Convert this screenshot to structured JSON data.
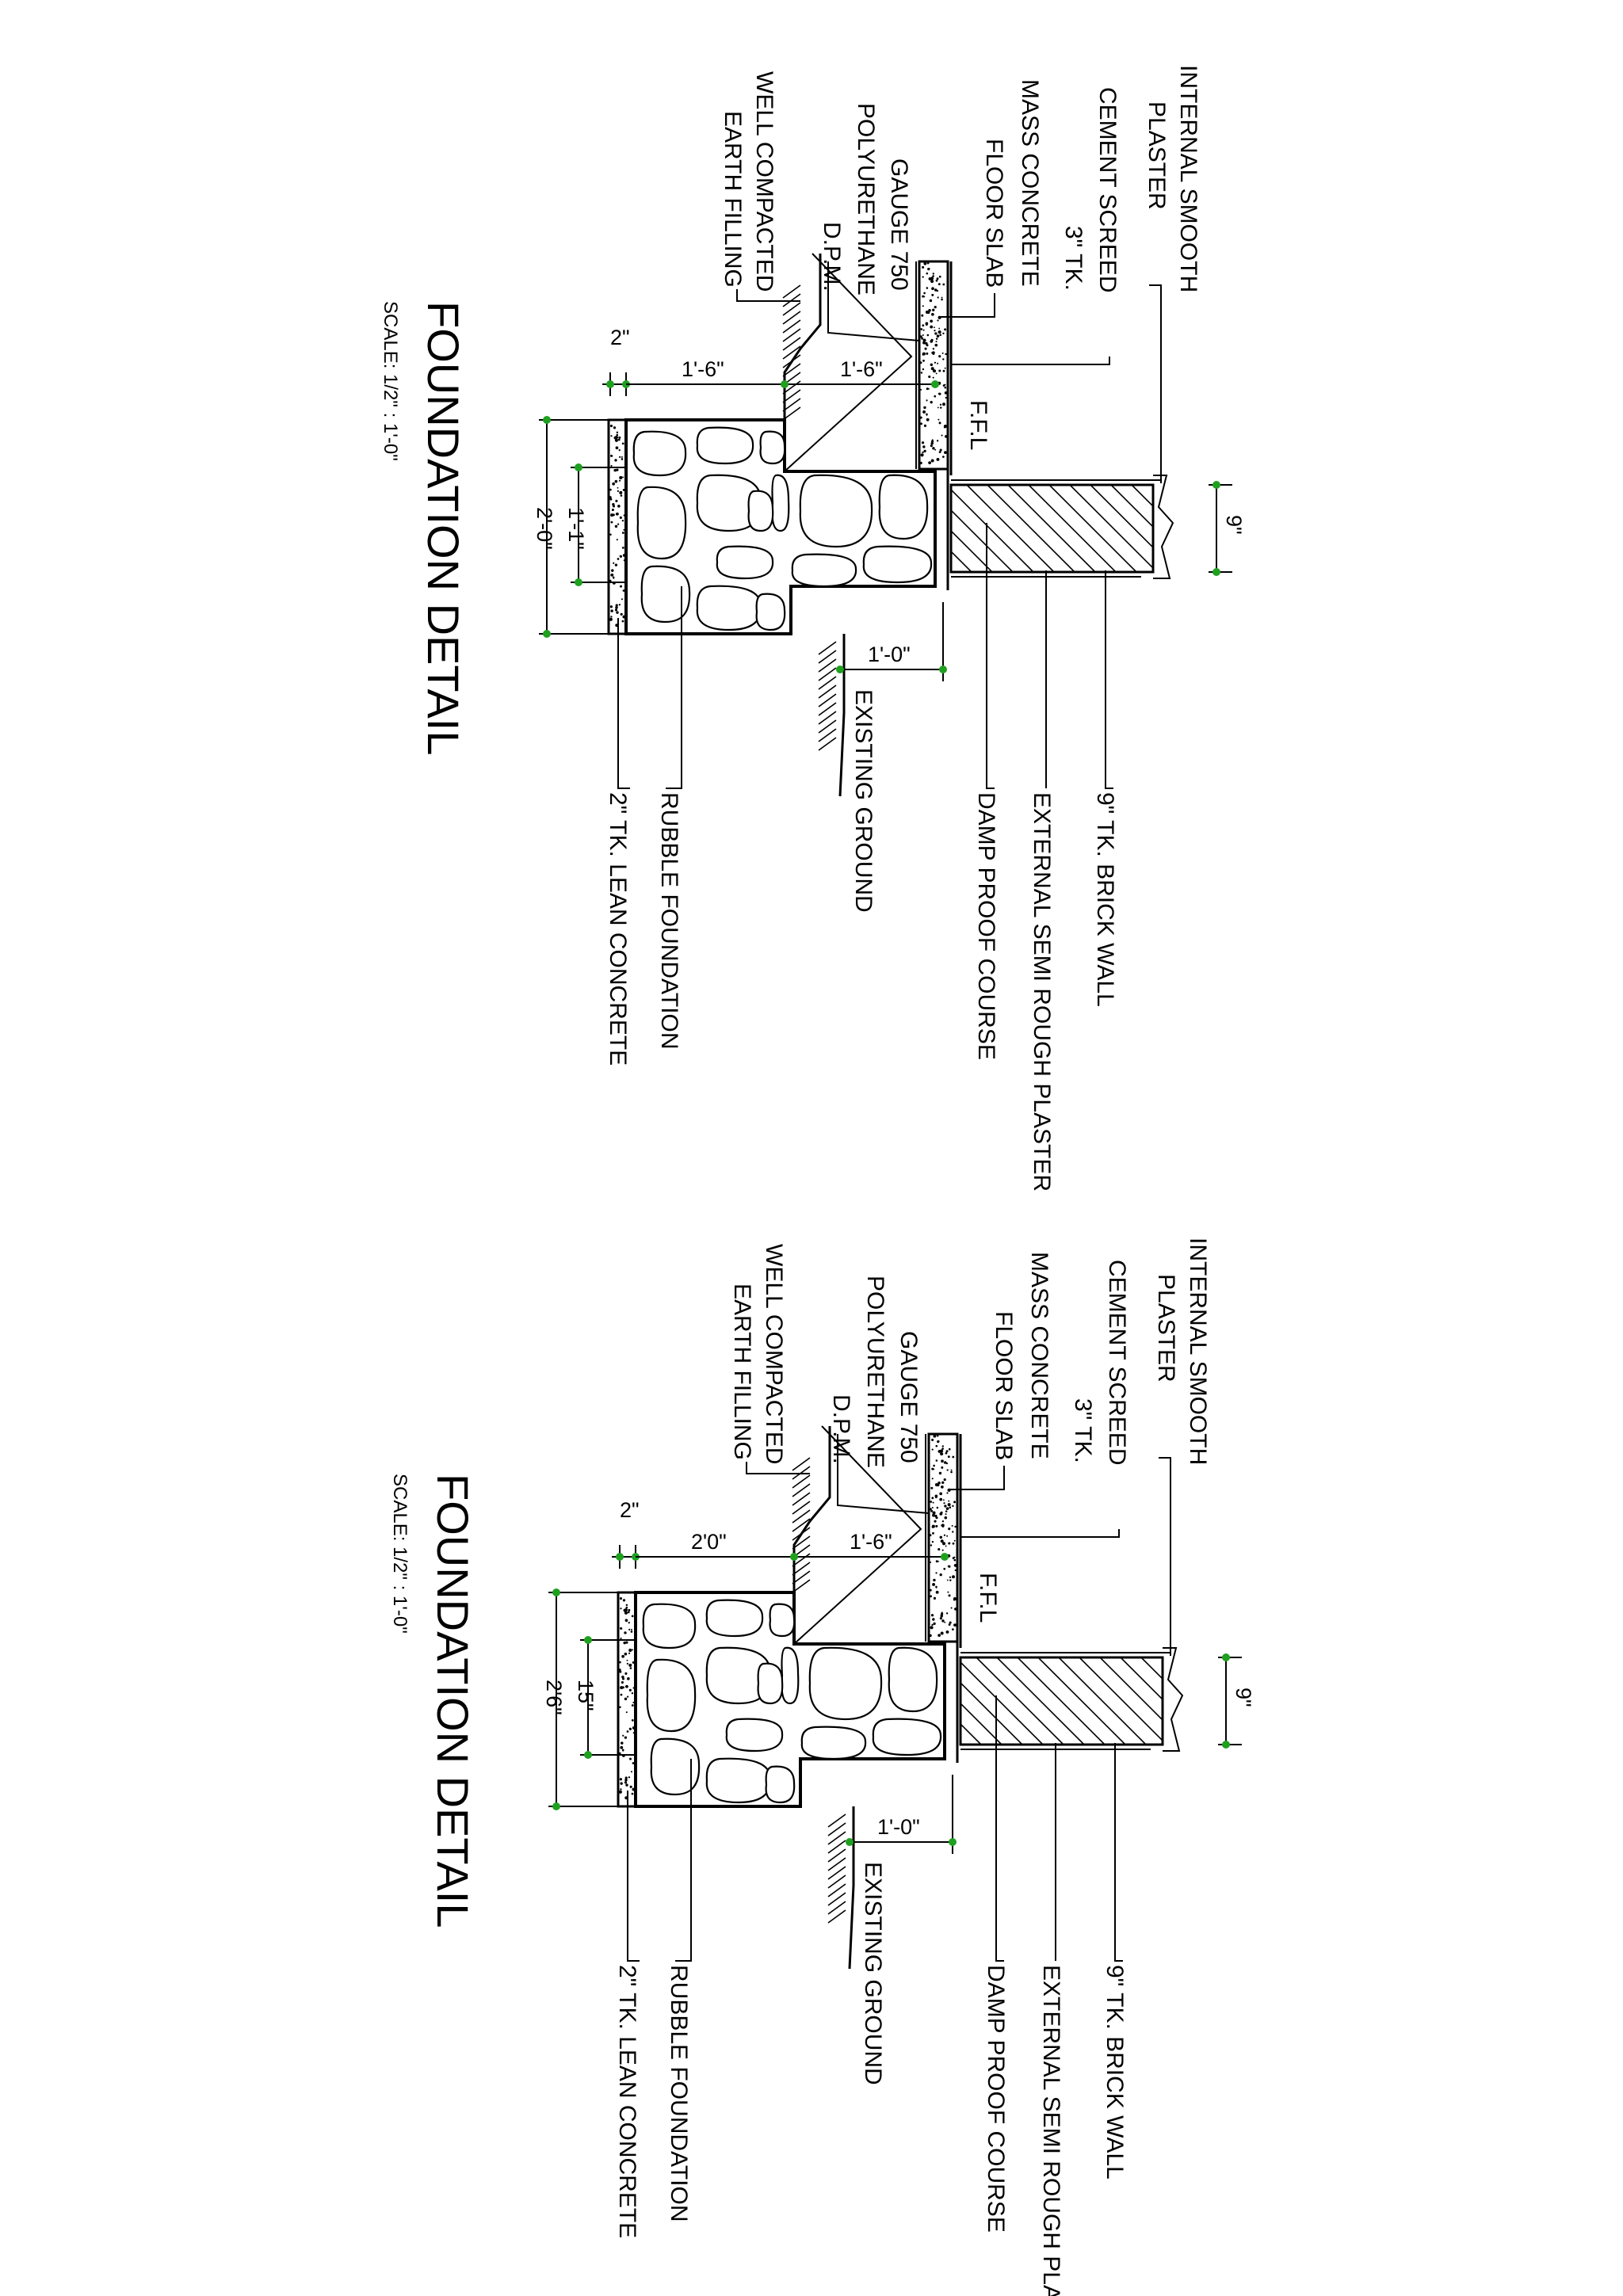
{
  "details": [
    {
      "title": "FOUNDATION DETAIL",
      "scale": "SCALE: 1/2\" : 1'-0\"",
      "callouts": {
        "internal_plaster_1": "INTERNAL SMOOTH",
        "internal_plaster_2": "PLASTER",
        "cement_screed": "CEMENT SCREED",
        "floor_slab_1": "3\" TK.",
        "floor_slab_2": "MASS CONCRETE",
        "floor_slab_3": "FLOOR SLAB",
        "dpm_1": "GAUGE 750",
        "dpm_2": "POLYURETHANE",
        "dpm_3": "D.P.M.",
        "earth_1": "WELL COMPACTED",
        "earth_2": "EARTH FILLING",
        "ffl": "F.F.L",
        "brick_wall": "9\" TK. BRICK WALL",
        "external_plaster": "EXTERNAL SEMI ROUGH PLASTER",
        "dpc": "DAMP PROOF COURSE",
        "existing_ground": "EXISTING GROUND",
        "rubble": "RUBBLE FOUNDATION",
        "lean_concrete": "2\" TK. LEAN CONCRETE"
      },
      "dimensions": {
        "wall": "9\"",
        "blinding": "2\"",
        "footing_depth": "1'-6\"",
        "wall_depth": "1'-6\"",
        "width_total": "2'-0\"",
        "width_part": "1'-1\"",
        "ground_offset": "1'-0\""
      }
    },
    {
      "title": "FOUNDATION DETAIL",
      "scale": "SCALE: 1/2\" : 1'-0\"",
      "callouts": {
        "internal_plaster_1": "INTERNAL SMOOTH",
        "internal_plaster_2": "PLASTER",
        "cement_screed": "CEMENT SCREED",
        "floor_slab_1": "3\" TK.",
        "floor_slab_2": "MASS CONCRETE",
        "floor_slab_3": "FLOOR SLAB",
        "dpm_1": "GAUGE 750",
        "dpm_2": "POLYURETHANE",
        "dpm_3": "D.P.M.",
        "earth_1": "WELL COMPACTED",
        "earth_2": "EARTH FILLING",
        "ffl": "F.F.L",
        "brick_wall": "9\" TK. BRICK WALL",
        "external_plaster": "EXTERNAL SEMI ROUGH PLASTER",
        "dpc": "DAMP PROOF COURSE",
        "existing_ground": "EXISTING GROUND",
        "rubble": "RUBBLE FOUNDATION",
        "lean_concrete": "2\" TK. LEAN CONCRETE"
      },
      "dimensions": {
        "wall": "9\"",
        "blinding": "2\"",
        "footing_depth": "2'0\"",
        "wall_depth": "1'-6\"",
        "width_total": "2'6\"",
        "width_part": "15\"",
        "ground_offset": "1'-0\""
      }
    }
  ]
}
